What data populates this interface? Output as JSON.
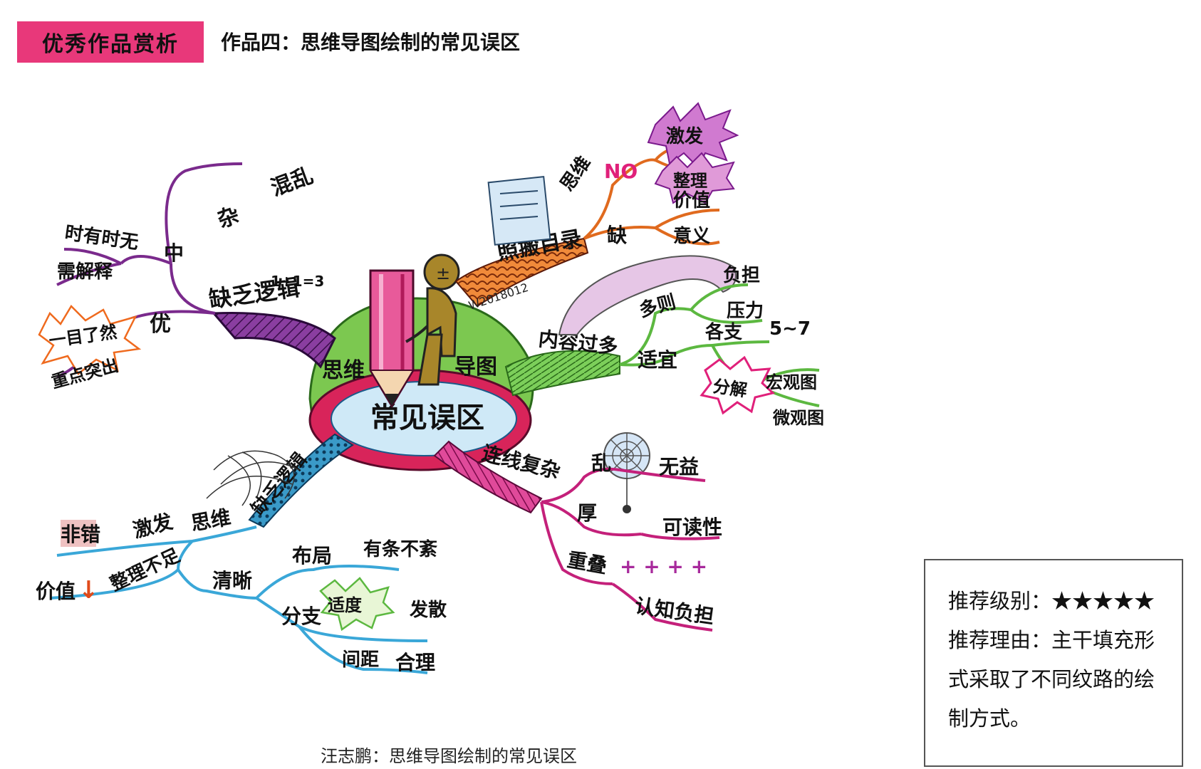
{
  "header": {
    "banner_label": "优秀作品赏析",
    "work_title": "作品四：思维导图绘制的常见误区"
  },
  "mindmap": {
    "center": "常见误区",
    "center_upper_left": "思维",
    "center_upper_right": "导图",
    "pencil_signature": "W2018012",
    "branches": {
      "logic": {
        "label": "缺乏逻辑",
        "formula": "1+1=3",
        "sub_chaos": "混乱",
        "sub_middle_marker": "中",
        "sub_middle_top": "杂",
        "leaves_middle": [
          "时有时无",
          "需解释"
        ],
        "sub_good": "优",
        "leaves_good": [
          "一目了然",
          "重点突出"
        ]
      },
      "directory": {
        "label": "照搬目录",
        "sub_thinking": "思维",
        "no_mark": "NO",
        "leaves_thinking": [
          "激发",
          "整理"
        ],
        "sub_lack": "缺",
        "leaves_lack": [
          "价值",
          "意义"
        ]
      },
      "content": {
        "label": "内容过多",
        "sub_detail": "多则",
        "leaves_detail": [
          "负担",
          "压力"
        ],
        "sub_moderate": "适宜",
        "sub_each": "各支",
        "range": "5~7",
        "sub_split": "分解",
        "leaves_split": [
          "宏观图",
          "微观图"
        ]
      },
      "lines": {
        "label": "连线复杂",
        "sub_mess": "乱",
        "leaf_mess": "无益",
        "sub_thick": "厚",
        "leaf_thick": "可读性",
        "sub_overlap": "重叠",
        "plus_marks": "+ + + +",
        "leaf_overlap": "认知负担"
      },
      "visual": {
        "label": "缺乏逻辑",
        "sub_thinking": "思维",
        "sub_diverge": "激发",
        "sub_wrong": "非错",
        "sub_organize": "整理不足",
        "sub_value": "价值",
        "down_arrow": "↓",
        "sub_clear": "清晰",
        "sub_layout": "布局",
        "leaf_layout": "有条不紊",
        "sub_branch": "分支",
        "leaves_branch": [
          "适度",
          "发散"
        ],
        "sub_spacing": "间距",
        "leaf_spacing": "合理"
      }
    }
  },
  "caption": "汪志鹏：思维导图绘制的常见误区",
  "recommendation": {
    "level_label": "推荐级别：",
    "stars": "★★★★★",
    "reason_label": "推荐理由：",
    "reason_line1": "主干填充形",
    "reason_line2": "式采取了不同纹路的绘",
    "reason_line3": "制方式。"
  },
  "colors": {
    "banner": "#e8387a",
    "purple": "#7a2a8c",
    "orange": "#e06a1e",
    "green": "#6cbf4a",
    "magenta": "#c4207a",
    "blue": "#3aa7d8",
    "center_ring": "#d8245a",
    "center_fill": "#bfe3f5"
  }
}
